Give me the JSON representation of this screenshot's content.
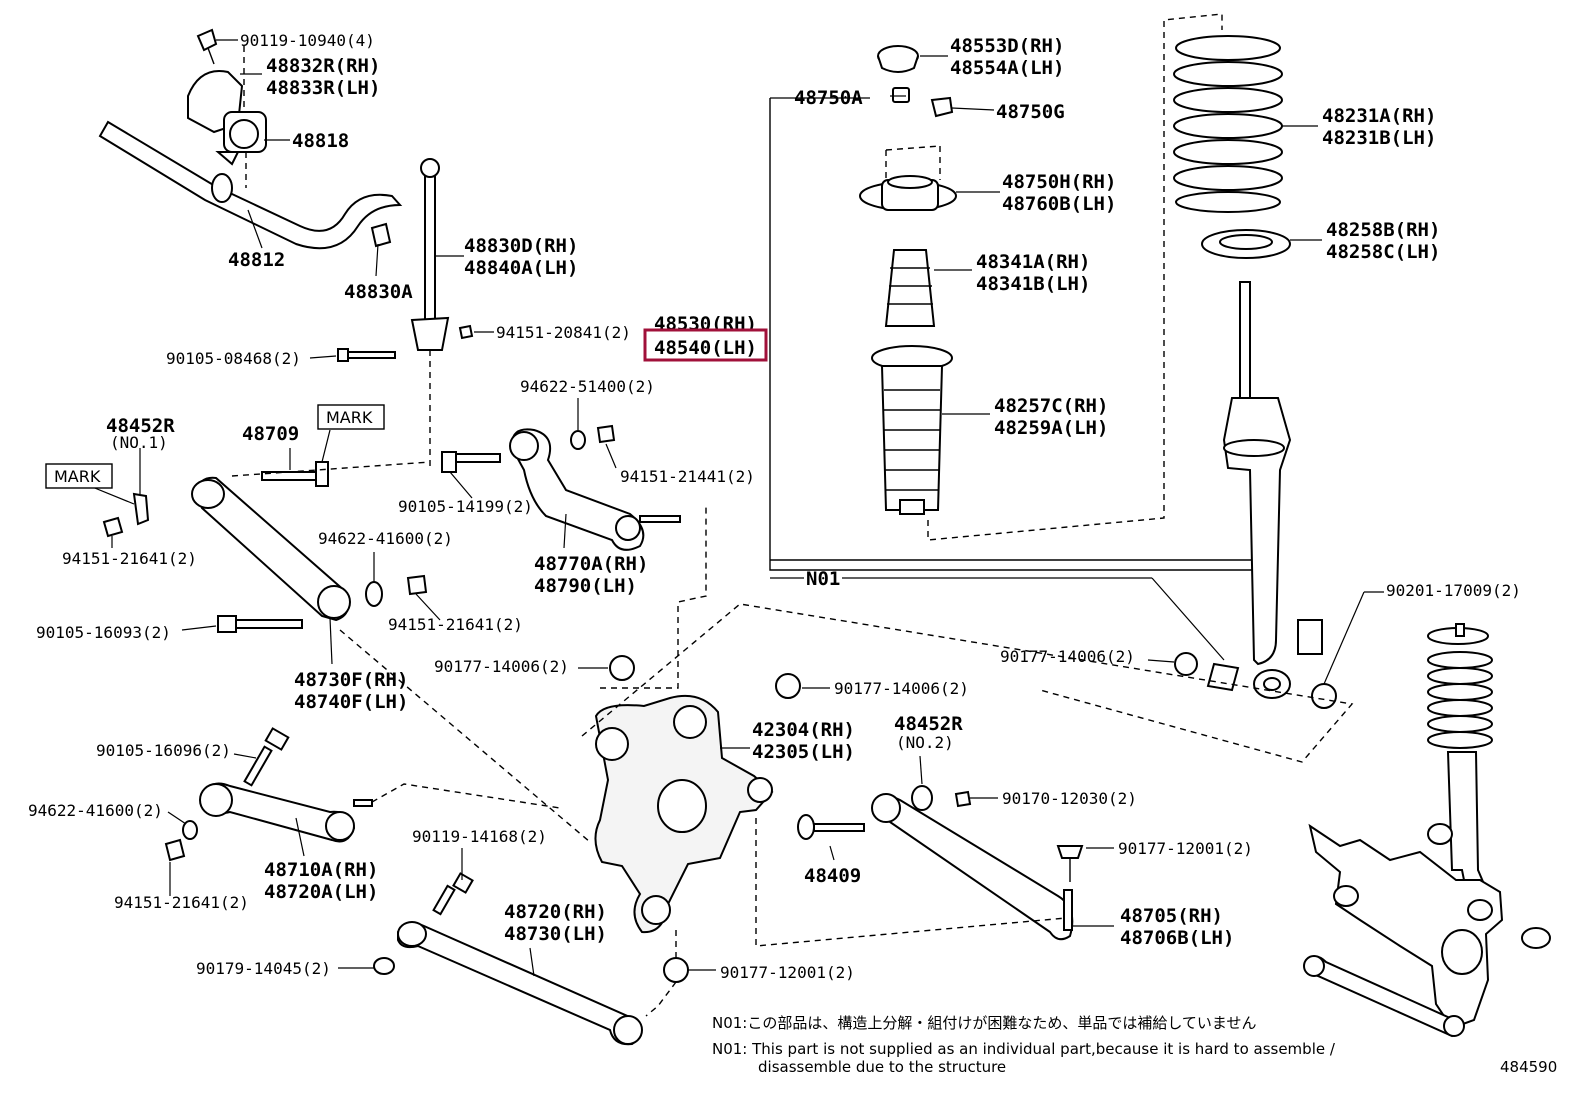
{
  "colors": {
    "highlight": "#a0103a",
    "line": "#000000",
    "background": "#ffffff"
  },
  "labels": {
    "l_90119_10940": "90119-10940(4)",
    "l_48832R": "48832R(RH)",
    "l_48833R": "48833R(LH)",
    "l_48818": "48818",
    "l_48812": "48812",
    "l_48830A": "48830A",
    "l_48830D": "48830D(RH)",
    "l_48840A": "48840A(LH)",
    "l_94151_20841": "94151-20841(2)",
    "l_90105_08468": "90105-08468(2)",
    "l_48530": "48530(RH)",
    "l_48540": "48540(LH)",
    "l_48750A": "48750A",
    "l_48553D": "48553D(RH)",
    "l_48554A": "48554A(LH)",
    "l_48750G": "48750G",
    "l_48750H": "48750H(RH)",
    "l_48760B": "48760B(LH)",
    "l_48341A": "48341A(RH)",
    "l_48341B": "48341B(LH)",
    "l_48257C": "48257C(RH)",
    "l_48259A": "48259A(LH)",
    "l_48231A": "48231A(RH)",
    "l_48231B": "48231B(LH)",
    "l_48258B": "48258B(RH)",
    "l_48258C": "48258C(LH)",
    "l_48452R_1": "48452R",
    "l_no1": "(NO.1)",
    "l_48709": "48709",
    "l_mark1": "MARK",
    "l_mark2": "MARK",
    "l_94622_51400": "94622-51400(2)",
    "l_94151_21441": "94151-21441(2)",
    "l_90105_14199": "90105-14199(2)",
    "l_94151_21641_a": "94151-21641(2)",
    "l_94622_41600_a": "94622-41600(2)",
    "l_48770A": "48770A(RH)",
    "l_48790": "48790(LH)",
    "l_94151_21641_b": "94151-21641(2)",
    "l_90105_16093": "90105-16093(2)",
    "l_N01": "N01",
    "l_90201_17009": "90201-17009(2)",
    "l_90177_14006_a": "90177-14006(2)",
    "l_90177_14006_b": "90177-14006(2)",
    "l_90177_14006_c": "90177-14006(2)",
    "l_48730F": "48730F(RH)",
    "l_48740F": "48740F(LH)",
    "l_42304": "42304(RH)",
    "l_42305": "42305(LH)",
    "l_48452R_2": "48452R",
    "l_no2": "(NO.2)",
    "l_90105_16096": "90105-16096(2)",
    "l_90170_12030": "90170-12030(2)",
    "l_94622_41600_b": "94622-41600(2)",
    "l_48409": "48409",
    "l_90177_12001_a": "90177-12001(2)",
    "l_90119_14168": "90119-14168(2)",
    "l_48710A": "48710A(RH)",
    "l_48720A": "48720A(LH)",
    "l_94151_21641_c": "94151-21641(2)",
    "l_48705": "48705(RH)",
    "l_48706B": "48706B(LH)",
    "l_48720": "48720(RH)",
    "l_48730": "48730(LH)",
    "l_90179_14045": "90179-14045(2)",
    "l_90177_12001_b": "90177-12001(2)"
  },
  "notes": {
    "jp": "N01:この部品は、構造上分解・組付けが困難なため、単品では補給していません",
    "en1": "N01: This part is not supplied as an individual part,because it is hard to assemble /",
    "en2": "disassemble due to the structure"
  },
  "diagram_id": "484590"
}
